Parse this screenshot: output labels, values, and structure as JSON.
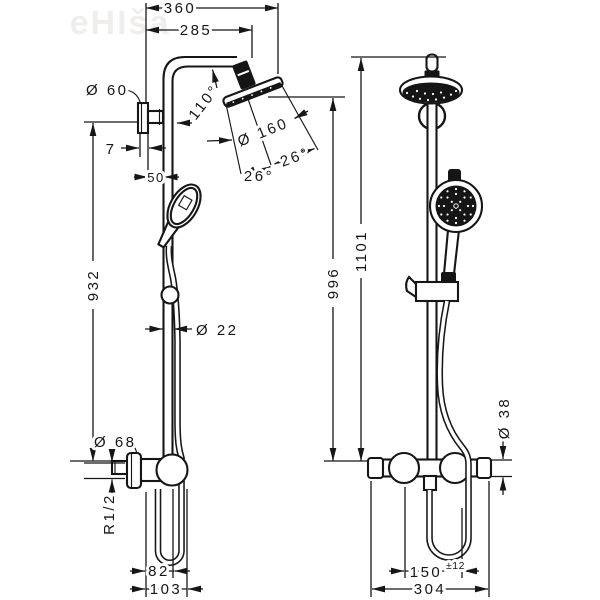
{
  "watermark": {
    "text": "eHIša"
  },
  "colors": {
    "ink": "#161616",
    "dark_fill": "#151515",
    "background": "#ffffff",
    "watermark": "#f0eded"
  },
  "side_view": {
    "dims": {
      "overall_width": "360",
      "arm_reach": "285",
      "wall_bracket_diameter": "Ø 60",
      "bracket_wall_gap": "7",
      "wall_to_pipe": "50",
      "head_angle": "110°",
      "head_diameter": "Ø 160",
      "spray_angle_inner": "26°",
      "spray_angle_outer": "26°",
      "pipe_height": "932",
      "pipe_diameter": "Ø 22",
      "valve_escutcheon_diameter": "Ø 68",
      "connection_thread": "R1/2",
      "wall_to_valve_center": "82",
      "wall_to_valve_front": "103"
    }
  },
  "front_view": {
    "dims": {
      "total_height": "1101",
      "head_height_above_valve": "996",
      "valve_body_diameter": "Ø 38",
      "connection_spacing": "150",
      "connection_tolerance": "±12",
      "valve_overall_width": "304"
    }
  }
}
